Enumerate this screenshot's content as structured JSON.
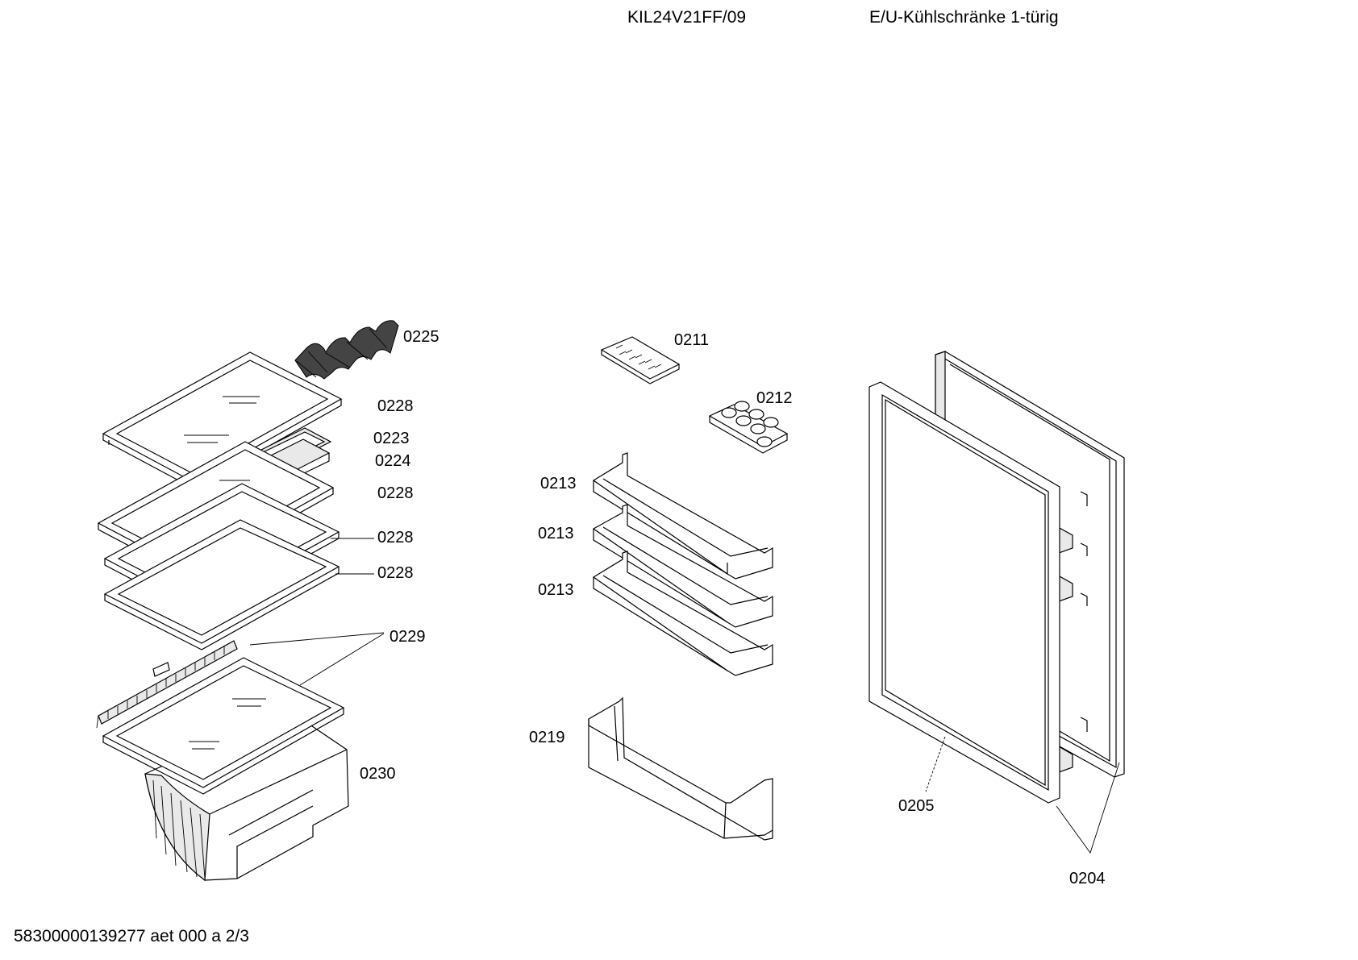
{
  "header": {
    "model": "KIL24V21FF/09",
    "category": "E/U-Kühlschränke 1-türig"
  },
  "footer": {
    "document_code": "58300000139277 aet 000 a 2/3"
  },
  "parts": [
    {
      "id": "p0225",
      "label": "0225"
    },
    {
      "id": "p0228a",
      "label": "0228"
    },
    {
      "id": "p0223",
      "label": "0223"
    },
    {
      "id": "p0224",
      "label": "0224"
    },
    {
      "id": "p0228b",
      "label": "0228"
    },
    {
      "id": "p0228c",
      "label": "0228"
    },
    {
      "id": "p0228d",
      "label": "0228"
    },
    {
      "id": "p0229",
      "label": "0229"
    },
    {
      "id": "p0230",
      "label": "0230"
    },
    {
      "id": "p0211",
      "label": "0211"
    },
    {
      "id": "p0212",
      "label": "0212"
    },
    {
      "id": "p0213a",
      "label": "0213"
    },
    {
      "id": "p0213b",
      "label": "0213"
    },
    {
      "id": "p0213c",
      "label": "0213"
    },
    {
      "id": "p0219",
      "label": "0219"
    },
    {
      "id": "p0205",
      "label": "0205"
    },
    {
      "id": "p0204",
      "label": "0204"
    }
  ]
}
